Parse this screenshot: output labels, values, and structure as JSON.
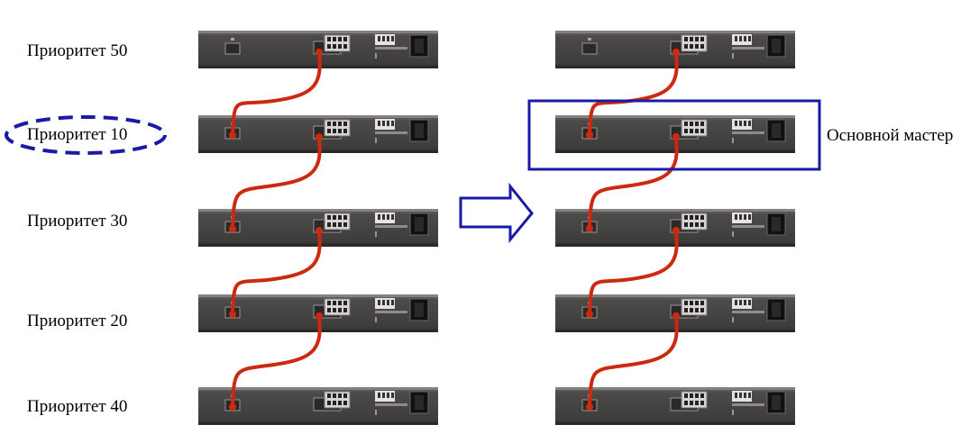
{
  "left_column": {
    "labels": [
      "Приоритет 50",
      "Приоритет 10",
      "Приоритет 30",
      "Приоритет 20",
      "Приоритет 40"
    ],
    "highlighted_index": 1
  },
  "right_column": {
    "master_label": "Основной мастер",
    "master_index": 1
  },
  "colors": {
    "cable": "#cc2a10",
    "highlight": "#1a1aa6",
    "device_body": "#4a4747",
    "background": "#ffffff"
  }
}
